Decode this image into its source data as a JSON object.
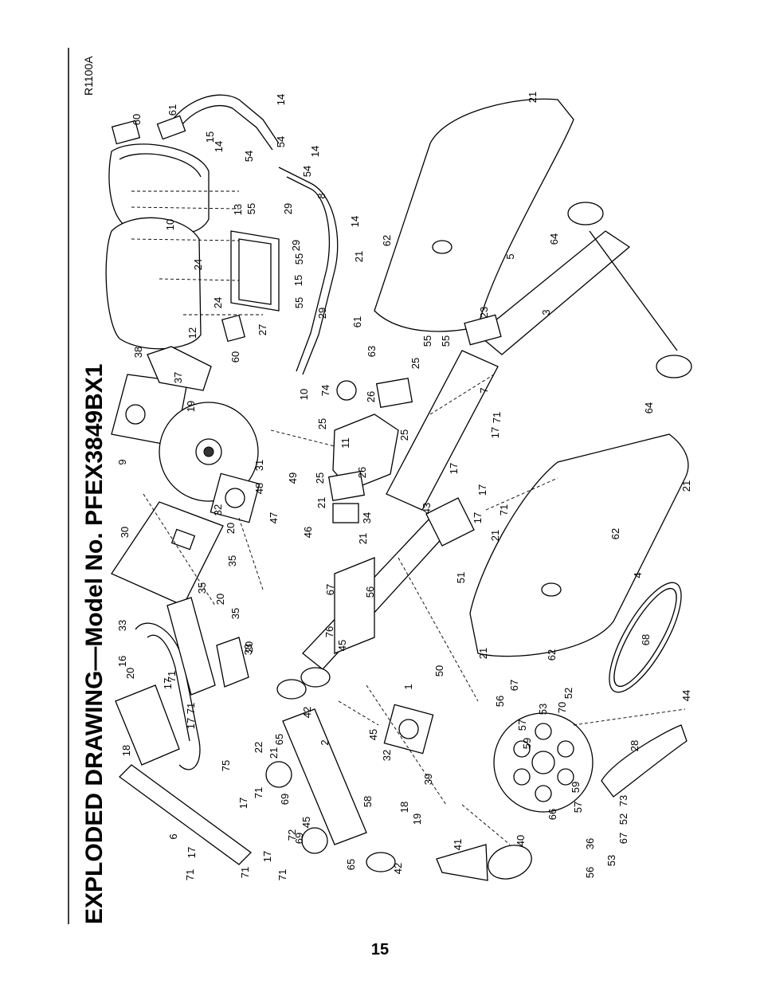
{
  "header": {
    "title": "EXPLODED DRAWING—Model No. PFEX3849BX1",
    "drawing_code": "R1100A"
  },
  "footer": {
    "page_number": "15"
  },
  "callouts": [
    {
      "id": "c1",
      "label": "1"
    },
    {
      "id": "c2",
      "label": "2"
    },
    {
      "id": "c3",
      "label": "3"
    },
    {
      "id": "c4",
      "label": "4"
    },
    {
      "id": "c5",
      "label": "5"
    },
    {
      "id": "c6",
      "label": "6"
    },
    {
      "id": "c7",
      "label": "7"
    },
    {
      "id": "c8",
      "label": "8"
    },
    {
      "id": "c9",
      "label": "9"
    },
    {
      "id": "c10a",
      "label": "10"
    },
    {
      "id": "c10b",
      "label": "10"
    },
    {
      "id": "c11",
      "label": "11"
    },
    {
      "id": "c12",
      "label": "12"
    },
    {
      "id": "c13",
      "label": "13"
    },
    {
      "id": "c14a",
      "label": "14"
    },
    {
      "id": "c14b",
      "label": "14"
    },
    {
      "id": "c14c",
      "label": "14"
    },
    {
      "id": "c14d",
      "label": "14"
    },
    {
      "id": "c15a",
      "label": "15"
    },
    {
      "id": "c15b",
      "label": "15"
    },
    {
      "id": "c16",
      "label": "16"
    },
    {
      "id": "c17a",
      "label": "17"
    },
    {
      "id": "c17b",
      "label": "17"
    },
    {
      "id": "c17c",
      "label": "17"
    },
    {
      "id": "c17d",
      "label": "17"
    },
    {
      "id": "c17e",
      "label": "17"
    },
    {
      "id": "c17f",
      "label": "17"
    },
    {
      "id": "c17g",
      "label": "17"
    },
    {
      "id": "c17h",
      "label": "17"
    },
    {
      "id": "c17i",
      "label": "17"
    },
    {
      "id": "c18a",
      "label": "18"
    },
    {
      "id": "c18b",
      "label": "18"
    },
    {
      "id": "c19a",
      "label": "19"
    },
    {
      "id": "c19b",
      "label": "19"
    },
    {
      "id": "c20a",
      "label": "20"
    },
    {
      "id": "c20b",
      "label": "20"
    },
    {
      "id": "c20c",
      "label": "20"
    },
    {
      "id": "c20d",
      "label": "20"
    },
    {
      "id": "c21a",
      "label": "21"
    },
    {
      "id": "c21b",
      "label": "21"
    },
    {
      "id": "c21c",
      "label": "21"
    },
    {
      "id": "c21d",
      "label": "21"
    },
    {
      "id": "c21e",
      "label": "21"
    },
    {
      "id": "c21f",
      "label": "21"
    },
    {
      "id": "c21g",
      "label": "21"
    },
    {
      "id": "c21h",
      "label": "21"
    },
    {
      "id": "c22",
      "label": "22"
    },
    {
      "id": "c23",
      "label": "23"
    },
    {
      "id": "c24a",
      "label": "24"
    },
    {
      "id": "c24b",
      "label": "24"
    },
    {
      "id": "c25a",
      "label": "25"
    },
    {
      "id": "c25b",
      "label": "25"
    },
    {
      "id": "c25c",
      "label": "25"
    },
    {
      "id": "c25d",
      "label": "25"
    },
    {
      "id": "c26a",
      "label": "26"
    },
    {
      "id": "c26b",
      "label": "26"
    },
    {
      "id": "c27",
      "label": "27"
    },
    {
      "id": "c28",
      "label": "28"
    },
    {
      "id": "c29a",
      "label": "29"
    },
    {
      "id": "c29b",
      "label": "29"
    },
    {
      "id": "c29c",
      "label": "29"
    },
    {
      "id": "c30",
      "label": "30"
    },
    {
      "id": "c31",
      "label": "31"
    },
    {
      "id": "c32a",
      "label": "32"
    },
    {
      "id": "c32b",
      "label": "32"
    },
    {
      "id": "c33a",
      "label": "33"
    },
    {
      "id": "c33b",
      "label": "33"
    },
    {
      "id": "c34",
      "label": "34"
    },
    {
      "id": "c35a",
      "label": "35"
    },
    {
      "id": "c35b",
      "label": "35"
    },
    {
      "id": "c35c",
      "label": "35"
    },
    {
      "id": "c36",
      "label": "36"
    },
    {
      "id": "c37",
      "label": "37"
    },
    {
      "id": "c38",
      "label": "38"
    },
    {
      "id": "c39",
      "label": "39"
    },
    {
      "id": "c40",
      "label": "40"
    },
    {
      "id": "c41",
      "label": "41"
    },
    {
      "id": "c42a",
      "label": "42"
    },
    {
      "id": "c42b",
      "label": "42"
    },
    {
      "id": "c43",
      "label": "43"
    },
    {
      "id": "c44",
      "label": "44"
    },
    {
      "id": "c45a",
      "label": "45"
    },
    {
      "id": "c45b",
      "label": "45"
    },
    {
      "id": "c45c",
      "label": "45"
    },
    {
      "id": "c46",
      "label": "46"
    },
    {
      "id": "c47",
      "label": "47"
    },
    {
      "id": "c48",
      "label": "48"
    },
    {
      "id": "c49",
      "label": "49"
    },
    {
      "id": "c50",
      "label": "50"
    },
    {
      "id": "c51",
      "label": "51"
    },
    {
      "id": "c52a",
      "label": "52"
    },
    {
      "id": "c52b",
      "label": "52"
    },
    {
      "id": "c53a",
      "label": "53"
    },
    {
      "id": "c53b",
      "label": "53"
    },
    {
      "id": "c54a",
      "label": "54"
    },
    {
      "id": "c54b",
      "label": "54"
    },
    {
      "id": "c54c",
      "label": "54"
    },
    {
      "id": "c55a",
      "label": "55"
    },
    {
      "id": "c55b",
      "label": "55"
    },
    {
      "id": "c55c",
      "label": "55"
    },
    {
      "id": "c55d",
      "label": "55"
    },
    {
      "id": "c55e",
      "label": "55"
    },
    {
      "id": "c56a",
      "label": "56"
    },
    {
      "id": "c56b",
      "label": "56"
    },
    {
      "id": "c56c",
      "label": "56"
    },
    {
      "id": "c57a",
      "label": "57"
    },
    {
      "id": "c57b",
      "label": "57"
    },
    {
      "id": "c58",
      "label": "58"
    },
    {
      "id": "c59a",
      "label": "59"
    },
    {
      "id": "c59b",
      "label": "59"
    },
    {
      "id": "c60a",
      "label": "60"
    },
    {
      "id": "c60b",
      "label": "60"
    },
    {
      "id": "c61a",
      "label": "61"
    },
    {
      "id": "c61b",
      "label": "61"
    },
    {
      "id": "c62a",
      "label": "62"
    },
    {
      "id": "c62b",
      "label": "62"
    },
    {
      "id": "c62c",
      "label": "62"
    },
    {
      "id": "c63",
      "label": "63"
    },
    {
      "id": "c64a",
      "label": "64"
    },
    {
      "id": "c64b",
      "label": "64"
    },
    {
      "id": "c65a",
      "label": "65"
    },
    {
      "id": "c65b",
      "label": "65"
    },
    {
      "id": "c66",
      "label": "66"
    },
    {
      "id": "c67a",
      "label": "67"
    },
    {
      "id": "c67b",
      "label": "67"
    },
    {
      "id": "c67c",
      "label": "67"
    },
    {
      "id": "c68",
      "label": "68"
    },
    {
      "id": "c69a",
      "label": "69"
    },
    {
      "id": "c69b",
      "label": "69"
    },
    {
      "id": "c70",
      "label": "70"
    },
    {
      "id": "c71a",
      "label": "71"
    },
    {
      "id": "c71b",
      "label": "71"
    },
    {
      "id": "c71c",
      "label": "71"
    },
    {
      "id": "c71d",
      "label": "71"
    },
    {
      "id": "c71e",
      "label": "71"
    },
    {
      "id": "c71f",
      "label": "71"
    },
    {
      "id": "c71g",
      "label": "71"
    },
    {
      "id": "c71h",
      "label": "71"
    },
    {
      "id": "c72",
      "label": "72"
    },
    {
      "id": "c73",
      "label": "73"
    },
    {
      "id": "c74",
      "label": "74"
    },
    {
      "id": "c75",
      "label": "75"
    },
    {
      "id": "c76",
      "label": "76"
    }
  ]
}
